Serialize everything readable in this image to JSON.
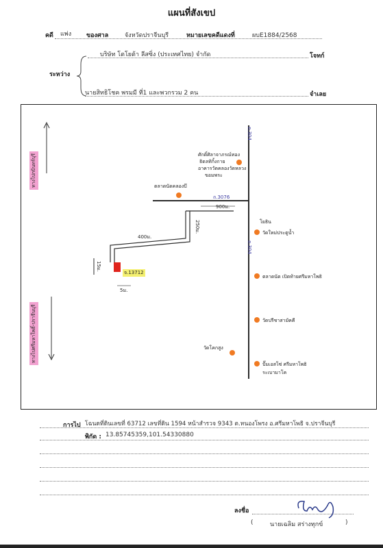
{
  "header": {
    "title": "แผนที่สังเขป",
    "case_label": "คดี",
    "case_type": "แพ่ง",
    "court_label": "ของศาล",
    "court_name": "จังหวัดปราจีนบุรี",
    "case_no_label": "หมายเลขคดีแดงที่",
    "case_no": "ผบE1884/2568"
  },
  "parties": {
    "between_label": "ระหว่าง",
    "plaintiff": "บริษัท โตโยต้า ลีสซิ่ง (ประเทศไทย) จำกัด",
    "plaintiff_role": "โจทก์",
    "defendant": "นายสิทธิโชค พรมมี ที่1 และพวกรวม 2 คน",
    "defendant_role": "จำเลย"
  },
  "map": {
    "road_main": "ถ.304",
    "road_main_2": "ถ.304",
    "road_side": "ถ.3076",
    "dist_1": "900ม.",
    "dist_2": "250ม.",
    "dist_3": "400ม.",
    "dist_4": "15ม.",
    "dist_5": "5ม.",
    "target": "จ.13712",
    "lm_1": "ศักดิ์ศิลาจาภรณ์ทอง",
    "lm_1b": "ธิดลทิกิ้งกาย",
    "lm_1c": "อาคารวัดคลองวัดหลวง",
    "lm_1d": "ขอมพระ",
    "lm_2": "ตลาดนัดคลองบึ",
    "lm_3": "โยธิน",
    "lm_3b": "วัดใหม่ประตูน้ำ",
    "lm_4": "ตลาดนัด เปิดท้ายศรีมหาโพธิ",
    "lm_5": "วัดปรีชาสามัคคี",
    "lm_6": "วัดโคกสูง",
    "lm_7": "ปั๊มเอสโซ่ ศรีมหาโพธิ",
    "lm_7b": "ระเบามาโค",
    "side_label_1": "ทางไปกบินทร์บุรี",
    "side_label_2": "ทางไปศรีมหาโพธิ์-ปราจีนบุรี"
  },
  "footer": {
    "route_label": "การไป",
    "route_text": "โฉนดที่ดินเลขที่ 63712 เลขที่ดิน 1594 หน้าสำรวจ 9343 ต.หนองโพรง อ.ศรีมหาโพธิ จ.ปราจีนบุรี",
    "coord_label": "พิกัด :",
    "coord_value": "13.85745359,101.54330880",
    "sign_label": "ลงชื่อ",
    "sign_open": "(",
    "signer_name": "นายเฉลิม  สร่างทุกข์",
    "sign_close": ")"
  },
  "colors": {
    "landmark": "#f07a22",
    "road": "#2a2a2a",
    "pink_highlight": "#f2a2d0",
    "yellow_highlight": "#f4f070",
    "target_red": "#e0241c"
  }
}
